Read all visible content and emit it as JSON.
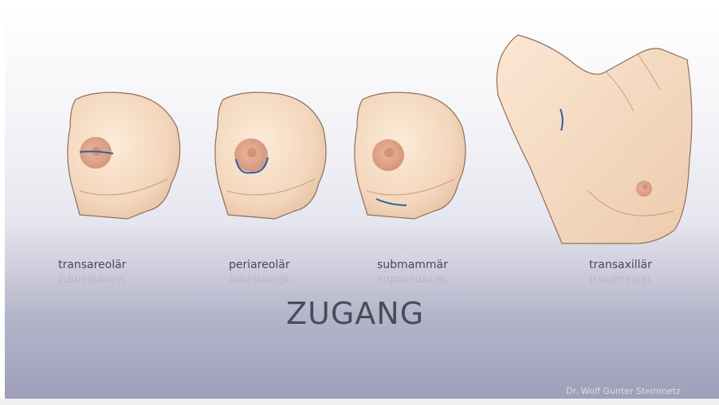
{
  "labels": {
    "transareolar": "transareolär",
    "periareolar": "periareolär",
    "submammar": "submammär",
    "transaxillar": "transaxillär"
  },
  "title": "ZUGANG",
  "credit": "Dr. Wolf Gunter Steinmetz",
  "colors": {
    "skin": "#f6dcc3",
    "skin_shadow": "#e6c2a2",
    "areola": "#e0a88e",
    "nipple": "#d5917a",
    "incision": "#2b5fa8",
    "text": "#4a4a56"
  }
}
